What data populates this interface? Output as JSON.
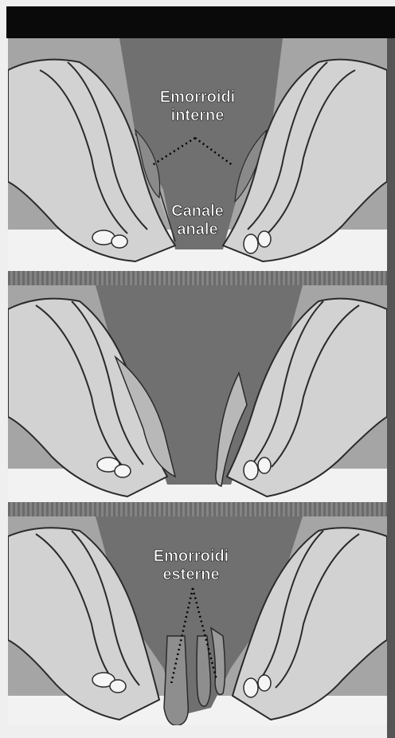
{
  "header": {
    "background": "#0a0a0a"
  },
  "panels": [
    {
      "labels": {
        "internal_hemorrhoids": [
          "Emorroidi",
          "interne"
        ],
        "anal_canal": [
          "Canale",
          "anale"
        ]
      }
    },
    {
      "labels": {}
    },
    {
      "labels": {
        "external_hemorrhoids": [
          "Emorroidi",
          "esterne"
        ]
      }
    }
  ],
  "colors": {
    "canal": "#6e6e6e",
    "tissue": "#cfcfcf",
    "mucosa": "#a9a9a9",
    "outline": "#2a2a2a",
    "background": "#9c9c9c"
  }
}
